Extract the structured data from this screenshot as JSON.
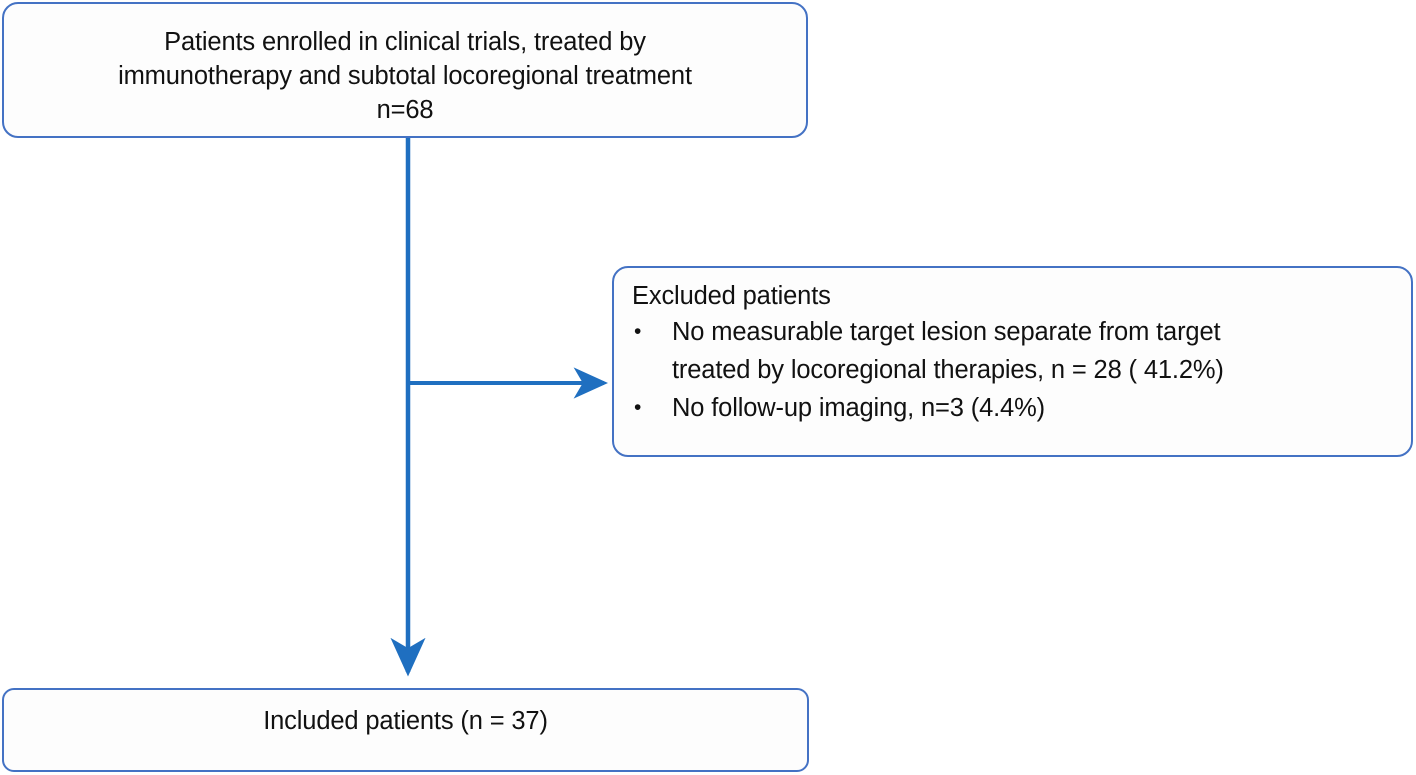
{
  "diagram": {
    "type": "flowchart",
    "orientation": "top-down",
    "accent_color": "#4472C4",
    "box_fill_color": "#FDFDFD",
    "text_color": "#111111",
    "nodes": {
      "enrolled": {
        "lines": [
          "Patients enrolled in clinical trials, treated by",
          "immunotherapy and subtotal locoregional treatment",
          "n=68"
        ],
        "count": 68
      },
      "excluded": {
        "heading": "Excluded patients",
        "items": [
          {
            "lines": [
              "No measurable target lesion separate from target",
              "treated by locoregional therapies, n = 28 ( 41.2%)"
            ],
            "count": 28,
            "percent": "41.2%"
          },
          {
            "lines": [
              "No follow-up imaging,  n=3 (4.4%)"
            ],
            "count": 3,
            "percent": "4.4%"
          }
        ],
        "bullet_glyph": "•"
      },
      "included": {
        "label": "Included patients (n = 37)",
        "count": 37
      }
    },
    "edges": [
      {
        "from": "enrolled",
        "to": "excluded",
        "style": "elbow-right-arrow"
      },
      {
        "from": "enrolled",
        "to": "included",
        "style": "straight-down-arrow"
      }
    ]
  }
}
